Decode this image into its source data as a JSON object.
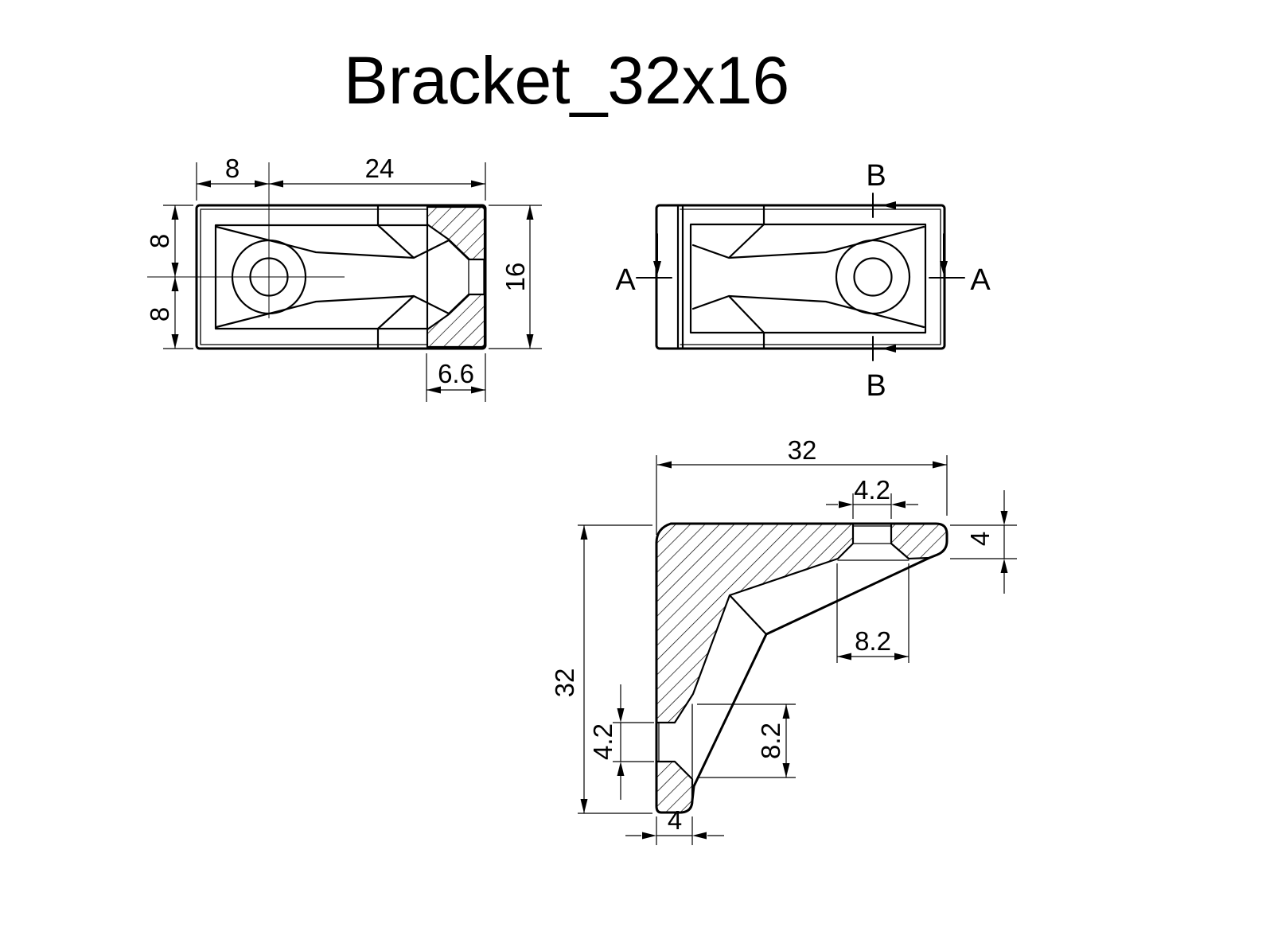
{
  "title": "Bracket_32x16",
  "colors": {
    "ink": "#000000",
    "background": "#ffffff"
  },
  "top_view": {
    "dim_left_offset": "8",
    "dim_right_span": "24",
    "dim_upper_half": "8",
    "dim_lower_half": "8",
    "dim_height": "16",
    "dim_end_width": "6.6"
  },
  "plan_view": {
    "label_a_left": "A",
    "label_a_right": "A",
    "label_b_top": "B",
    "label_b_bottom": "B"
  },
  "section_view": {
    "dim_width": "32",
    "dim_height": "32",
    "dim_top_hole": "4.2",
    "dim_side_hole": "4.2",
    "dim_flange_thickness": "4",
    "dim_leg_thickness": "4",
    "dim_top_counterbore": "8.2",
    "dim_side_counterbore": "8.2"
  }
}
